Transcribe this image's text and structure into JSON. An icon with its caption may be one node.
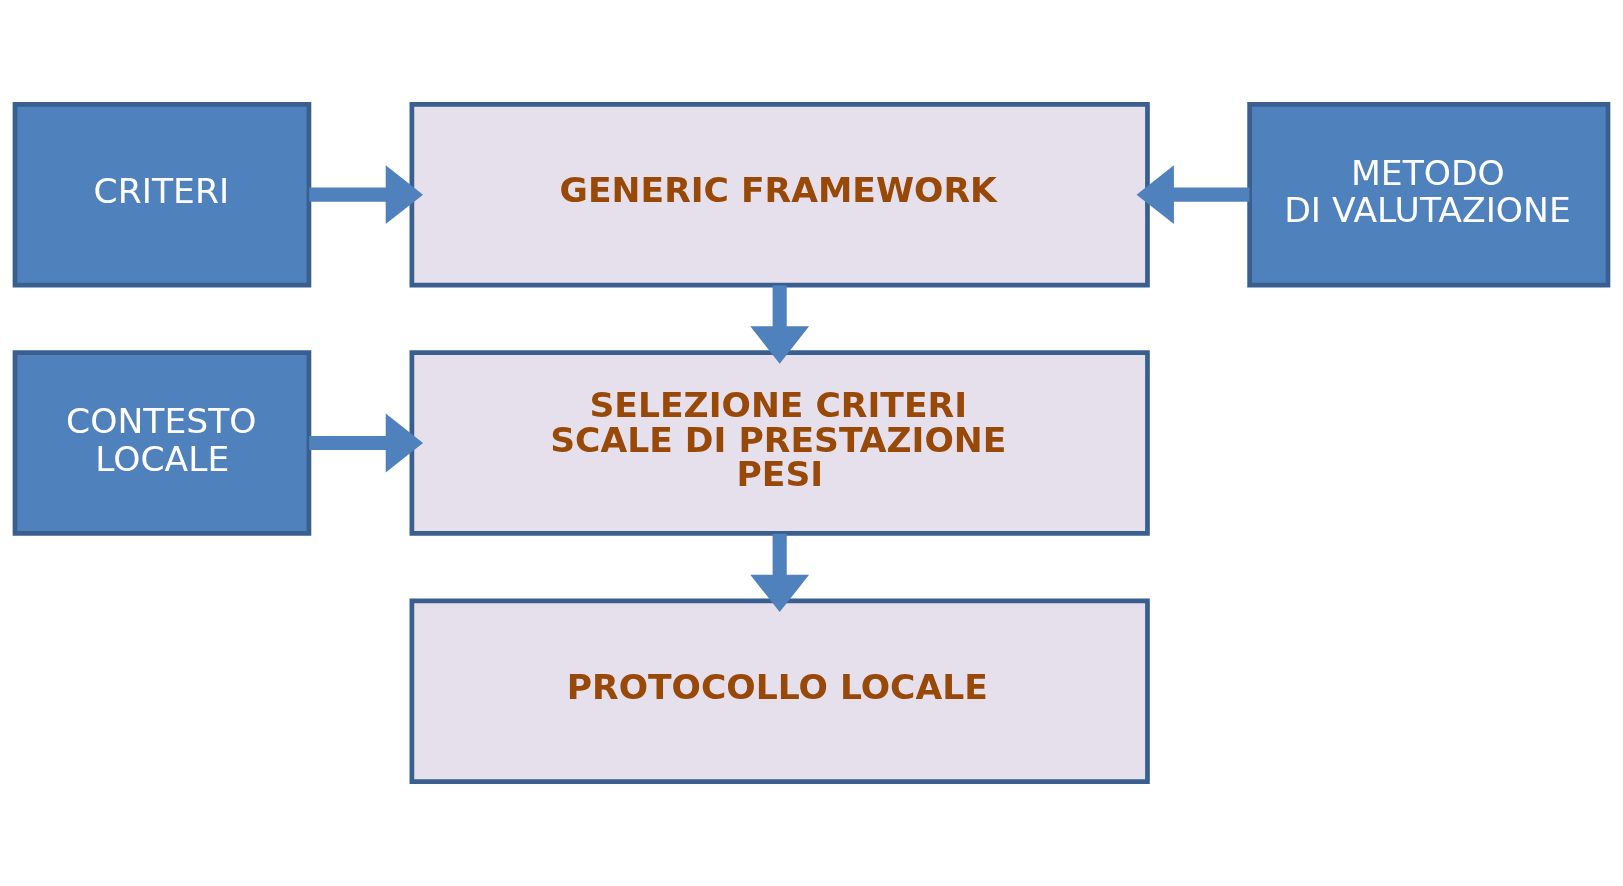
{
  "diagram": {
    "nodes": [
      {
        "text": [
          "CRITERI"
        ]
      },
      {
        "text": [
          "GENERIC FRAMEWORK"
        ]
      },
      {
        "text": [
          "METODO DI VALUTAZIONE"
        ]
      },
      {
        "text": [
          "CONTESTO LOCALE"
        ]
      },
      {
        "text": [
          "SELEZIONE CRITERI",
          "SCALE DI PRESTAZIONE",
          "PESI"
        ]
      },
      {
        "text": [
          "PROTOCOLLO LOCALE"
        ]
      }
    ],
    "edges": [
      {
        "from": 0,
        "to": 1,
        "arrow": "to"
      },
      {
        "from": 2,
        "to": 1,
        "arrow": "to"
      },
      {
        "from": 1,
        "to": 4,
        "arrow": "to"
      },
      {
        "from": 3,
        "to": 4,
        "arrow": "to"
      },
      {
        "from": 4,
        "to": 5,
        "arrow": "to"
      }
    ]
  }
}
